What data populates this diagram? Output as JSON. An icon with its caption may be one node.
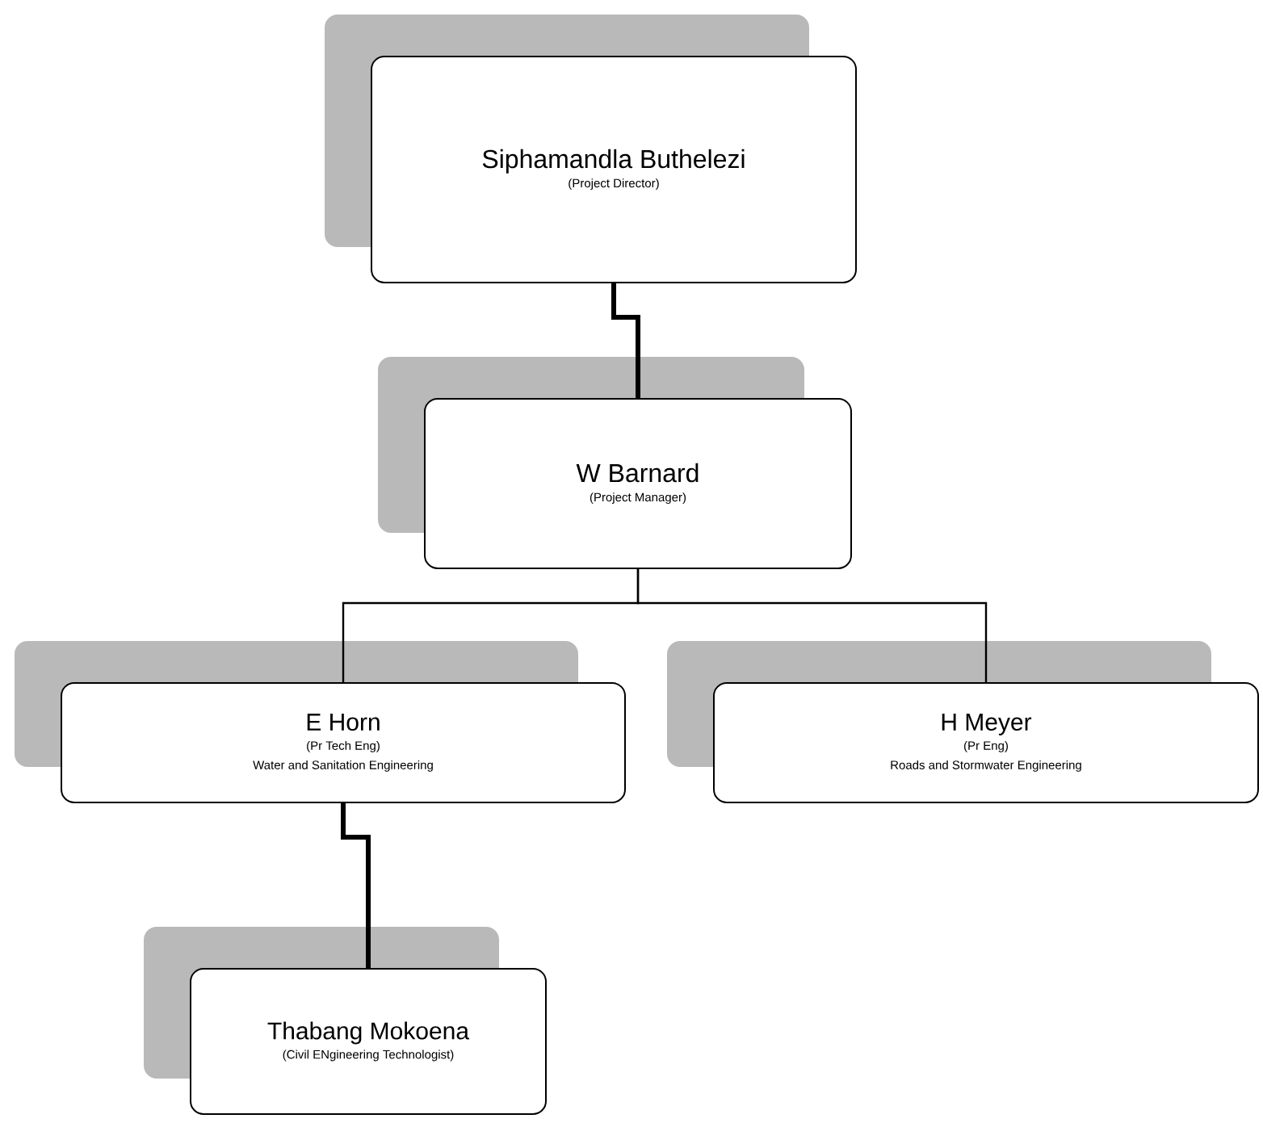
{
  "diagram": {
    "nodes": [
      {
        "text": [
          "Siphamandla Buthelezi",
          "(Project Director)"
        ]
      },
      {
        "text": [
          "W Barnard",
          "(Project Manager)"
        ]
      },
      {
        "text": [
          "E Horn",
          "(Pr Tech Eng)",
          "Water and Sanitation Engineering"
        ]
      },
      {
        "text": [
          "H Meyer",
          "(Pr Eng)",
          "Roads and Stormwater Engineering"
        ]
      },
      {
        "text": [
          "Thabang Mokoena",
          "(Civil ENgineering Technologist)"
        ]
      }
    ],
    "edges": [
      {
        "from": 0,
        "to": 1,
        "arrow": "none",
        "style": "thick"
      },
      {
        "from": 1,
        "to": 2,
        "arrow": "none"
      },
      {
        "from": 1,
        "to": 3,
        "arrow": "none"
      },
      {
        "from": 2,
        "to": 4,
        "arrow": "none",
        "style": "thick"
      }
    ]
  }
}
